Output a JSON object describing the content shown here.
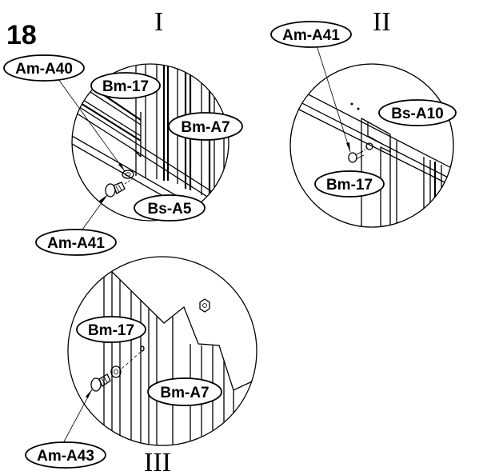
{
  "step_number": "18",
  "panels": [
    {
      "numeral": "I",
      "labels": {
        "a": "Am-A40",
        "b": "Bm-17",
        "c": "Bm-A7",
        "d": "Bs-A5",
        "e": "Am-A41"
      }
    },
    {
      "numeral": "II",
      "labels": {
        "a": "Am-A41",
        "b": "Bs-A10",
        "c": "Bm-17"
      }
    },
    {
      "numeral": "III",
      "labels": {
        "a": "Bm-17",
        "b": "Bm-A7",
        "c": "Am-A43"
      }
    }
  ]
}
